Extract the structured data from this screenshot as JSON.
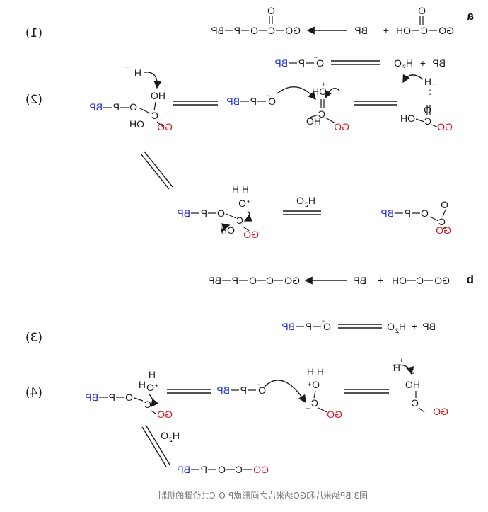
{
  "sections": {
    "a": "a",
    "b": "b"
  },
  "step_labels": [
    "(1)",
    "(2)",
    "(3)",
    "(4)"
  ],
  "caption": "图3 BP纳米片和GO纳米片之间形成P-O-C共价键的机制",
  "species": {
    "BP": "BP",
    "GO": "GO",
    "H": "H",
    "plus": "+",
    "OH": "OH",
    "HO": "HO",
    "O": "O",
    "P": "P",
    "C": "C",
    "H2O_H": "H",
    "H2O_sub": "2",
    "H2O_O": "O",
    "charge_plus": "+",
    "charge_minus": "−",
    "lone_pair": ":"
  },
  "colors": {
    "bp": "#1f2fd6",
    "go": "#e0141e",
    "ink": "#1a1a1a"
  }
}
